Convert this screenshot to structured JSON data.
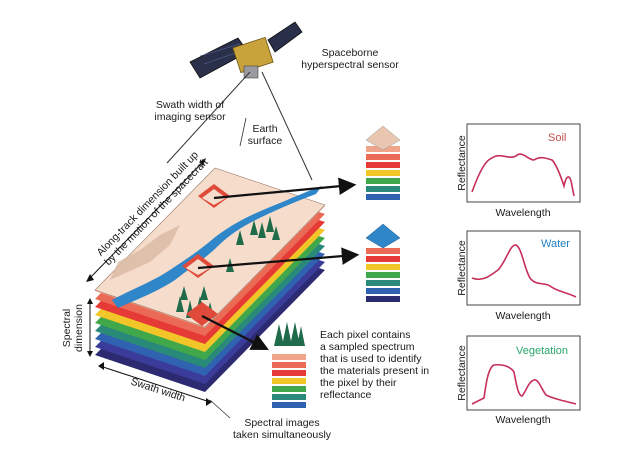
{
  "labels": {
    "sensor": [
      "Spaceborne",
      "hyperspectral sensor"
    ],
    "swath_width_sensor": [
      "Swath width of",
      "imaging sensor"
    ],
    "earth_surface": [
      "Earth",
      "surface"
    ],
    "along_track": [
      "Along-track dimension built up",
      "by the motion of the spacecraft"
    ],
    "spectral_dimension": [
      "Spectral",
      "dimension"
    ],
    "swath_width": "Swath width",
    "spectral_images": [
      "Spectral images",
      "taken simultaneously"
    ],
    "pixel_note": [
      "Each pixel contains",
      "a sampled spectrum",
      "that is used to identify",
      "the materials present in",
      "the pixel by their",
      "reflectance"
    ]
  },
  "plots": [
    {
      "title": "Soil",
      "title_color": "#c0504d",
      "xlabel": "Wavelength",
      "ylabel": "Reflectance"
    },
    {
      "title": "Water",
      "title_color": "#1f7fc0",
      "xlabel": "Wavelength",
      "ylabel": "Reflectance"
    },
    {
      "title": "Vegetation",
      "title_color": "#2aa66a",
      "xlabel": "Wavelength",
      "ylabel": "Reflectance"
    }
  ],
  "colors": {
    "curve": "#c62f5a",
    "river": "#2f86c9",
    "ground": "#f6dccb",
    "layers": [
      "#f0a58a",
      "#ea6a55",
      "#e53a35",
      "#f2c628",
      "#40a84a",
      "#2a8a7a",
      "#2f62b0",
      "#3b3b9a",
      "#2c2a70"
    ]
  }
}
